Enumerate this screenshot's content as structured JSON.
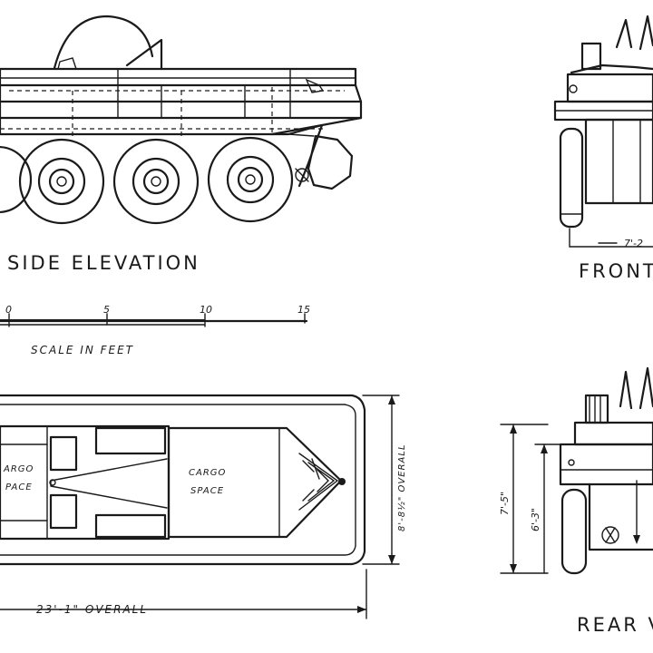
{
  "labels": {
    "side_elevation": "SIDE  ELEVATION",
    "front": "FRONT",
    "rear": "REAR  V",
    "scale_caption": "SCALE  IN  FEET",
    "cargo_space_left_1": "ARGO",
    "cargo_space_left_2": "PACE",
    "cargo_space_right_1": "CARGO",
    "cargo_space_right_2": "SPACE",
    "overall_length": "23'-1\" OVERALL",
    "overall_width": "8'-8½\" OVERALL",
    "front_width": "7'-2",
    "rear_height_total": "7'-5\"",
    "rear_height_inner": "6'-3\""
  },
  "scale_ticks": [
    "0",
    "5",
    "10",
    "15"
  ],
  "colors": {
    "ink": "#1a1a1a",
    "paper": "#ffffff"
  }
}
